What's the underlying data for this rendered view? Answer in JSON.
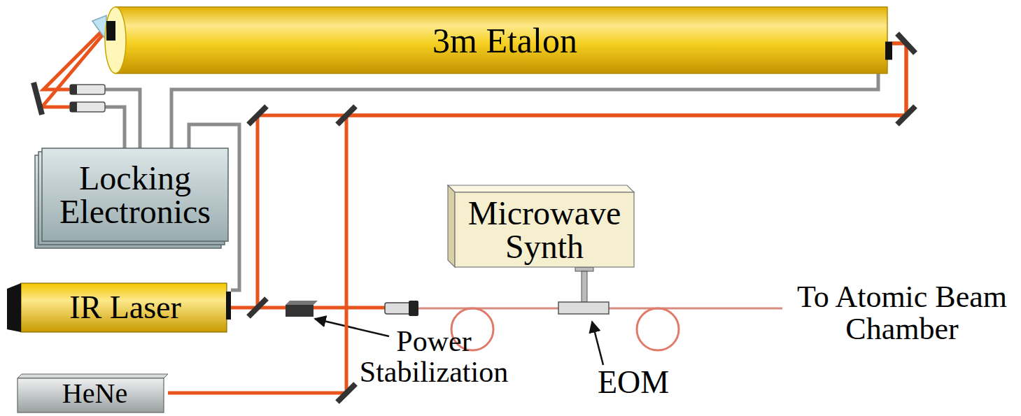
{
  "diagram": {
    "nodes": [
      {
        "text": [
          "3m Etalon"
        ]
      },
      {
        "text": [
          "Locking Electronics"
        ]
      },
      {
        "text": [
          "Microwave Synth"
        ]
      },
      {
        "text": [
          "IR Laser"
        ]
      },
      {
        "text": [
          "HeNe"
        ]
      }
    ],
    "edges": [
      {
        "from": 1,
        "to": 0,
        "arrow": "none"
      },
      {
        "from": 1,
        "to": 3,
        "arrow": "none"
      },
      {
        "from": 4,
        "to": 0,
        "arrow": "none"
      },
      {
        "from": 3,
        "to": 0,
        "arrow": "none"
      }
    ],
    "labels": [
      "Power Stabilization",
      "EOM",
      "To Atomic Beam Chamber"
    ]
  }
}
